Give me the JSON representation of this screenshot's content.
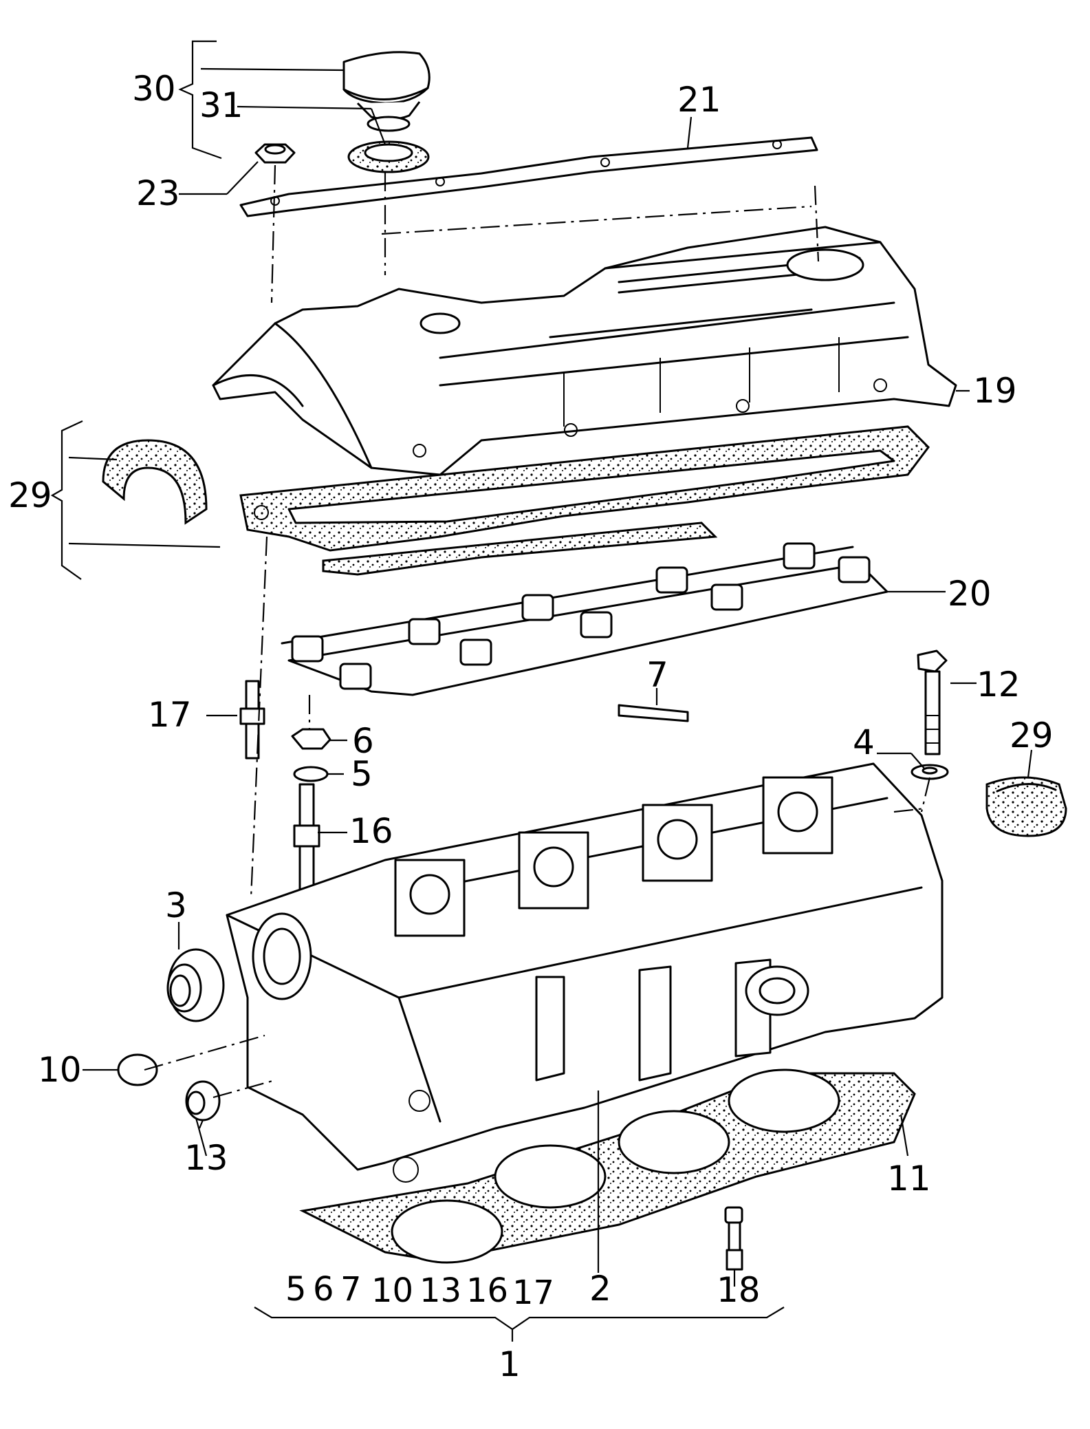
{
  "labels": {
    "p30": "30",
    "p31": "31",
    "p21": "21",
    "p23": "23",
    "p19": "19",
    "p29a": "29",
    "p20": "20",
    "p12": "12",
    "p17": "17",
    "p7": "7",
    "p6": "6",
    "p29b": "29",
    "p4": "4",
    "p5": "5",
    "p16": "16",
    "p3": "3",
    "p10": "10",
    "p13": "13",
    "p11": "11",
    "p2": "2",
    "p18": "18",
    "p1": "1"
  },
  "kit": {
    "k5": "5",
    "k6": "6",
    "k7": "7",
    "k10": "10",
    "k13": "13",
    "k16": "16",
    "k17": "17"
  },
  "colors": {
    "ink": "#000000",
    "paper": "#ffffff"
  }
}
